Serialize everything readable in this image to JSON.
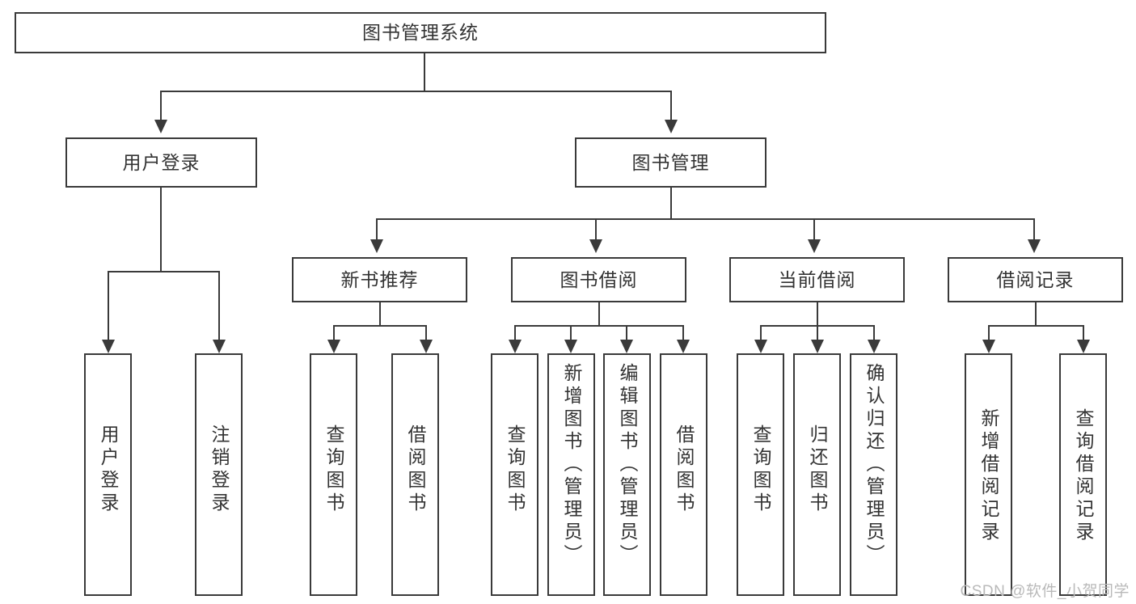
{
  "diagram": {
    "type": "tree",
    "title": "图书管理系统",
    "root": {
      "label": "图书管理系统"
    },
    "level2": [
      {
        "label": "用户登录"
      },
      {
        "label": "图书管理"
      }
    ],
    "level3": [
      {
        "label": "新书推荐"
      },
      {
        "label": "图书借阅"
      },
      {
        "label": "当前借阅"
      },
      {
        "label": "借阅记录"
      }
    ],
    "leaves": {
      "user_login": [
        {
          "label": "用户登录"
        },
        {
          "label": "注销登录"
        }
      ],
      "new_book_recommend": [
        {
          "label": "查询图书"
        },
        {
          "label": "借阅图书"
        }
      ],
      "book_borrow": [
        {
          "label": "查询图书"
        },
        {
          "label": "新增图书（管理员）"
        },
        {
          "label": "编辑图书（管理员）"
        },
        {
          "label": "借阅图书"
        }
      ],
      "current_borrow": [
        {
          "label": "查询图书"
        },
        {
          "label": "归还图书"
        },
        {
          "label": "确认归还（管理员）"
        }
      ],
      "borrow_record": [
        {
          "label": "新增借阅记录"
        },
        {
          "label": "查询借阅记录"
        }
      ]
    }
  },
  "watermark": {
    "text": "CSDN @软件_小贺同学"
  },
  "colors": {
    "background": "#ffffff",
    "stroke": "#3a3a3a",
    "text": "#333333",
    "watermark": "#b9b9b9"
  }
}
